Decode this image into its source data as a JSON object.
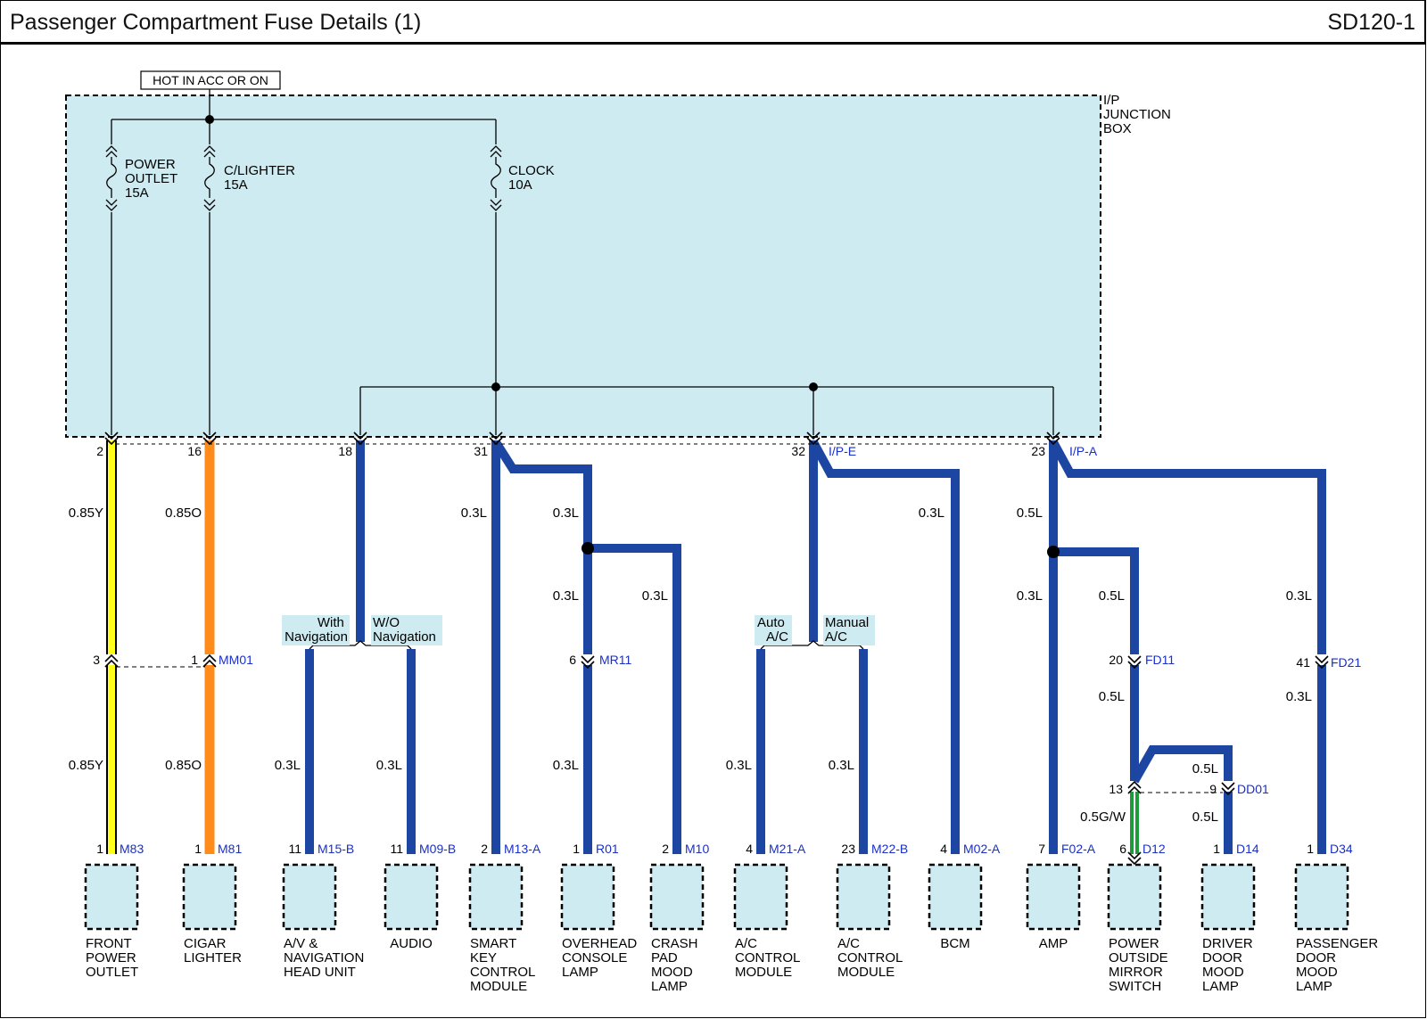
{
  "header": {
    "title": "Passenger Compartment Fuse Details (1)",
    "code": "SD120-1"
  },
  "colors": {
    "junction_fill": "#cdebf0",
    "wire_blue": "#1d46a3",
    "wire_yellow": "#ffff1a",
    "wire_orange": "#ff8c1a",
    "wire_green": "#1f9a3a",
    "connector_text": "#1a2fc8",
    "label_bg": "#cdebf0"
  },
  "power": {
    "label": "HOT IN ACC OR ON"
  },
  "junction_box": {
    "label": [
      "I/P",
      "JUNCTION",
      "BOX"
    ]
  },
  "fuses": [
    {
      "id": "power-outlet",
      "label": [
        "POWER",
        "OUTLET",
        "15A"
      ]
    },
    {
      "id": "c-lighter",
      "label": [
        "C/LIGHTER",
        "15A"
      ]
    },
    {
      "id": "clock",
      "label": [
        "CLOCK",
        "10A"
      ]
    }
  ],
  "jb_pins": [
    {
      "pin": "2",
      "connector": ""
    },
    {
      "pin": "16",
      "connector": ""
    },
    {
      "pin": "18",
      "connector": ""
    },
    {
      "pin": "31",
      "connector": ""
    },
    {
      "pin": "32",
      "connector": "I/P-E"
    },
    {
      "pin": "23",
      "connector": "I/P-A"
    }
  ],
  "wire_labels": {
    "w_y_top": "0.85Y",
    "w_y_bot": "0.85Y",
    "w_o_top": "0.85O",
    "w_o_bot": "0.85O",
    "w_avn": "0.3L",
    "w_audio": "0.3L",
    "w_smart": "0.3L",
    "w_mr_top": "0.3L",
    "w_mr_mid": "0.3L",
    "w_mr_bot": "0.3L",
    "w_crash": "0.3L",
    "w_auto": "0.3L",
    "w_manual": "0.3L",
    "w_bcm": "0.3L",
    "w_jb23": "0.5L",
    "w_amp": "0.3L",
    "w_fd11_top": "0.5L",
    "w_fd11_bot": "0.5L",
    "w_dd01": "0.5L",
    "w_d14": "0.5L",
    "w_green": "0.5G/W",
    "w_fd21_top": "0.3L",
    "w_fd21_bot": "0.3L"
  },
  "options": {
    "with_nav": [
      "With",
      "Navigation"
    ],
    "wo_nav": [
      "W/O",
      "Navigation"
    ],
    "auto_ac": [
      "Auto",
      "A/C"
    ],
    "manual_ac": [
      "Manual",
      "A/C"
    ]
  },
  "inline_connectors": [
    {
      "id": "mm01",
      "pin_left": "3",
      "pin_right": "1",
      "connector": "MM01"
    },
    {
      "id": "mr11",
      "pin": "6",
      "connector": "MR11"
    },
    {
      "id": "fd11",
      "pin": "20",
      "connector": "FD11"
    },
    {
      "id": "fd21",
      "pin": "41",
      "connector": "FD21"
    },
    {
      "id": "dd01",
      "pin_left": "13",
      "pin_right": "9",
      "connector": "DD01"
    }
  ],
  "components": [
    {
      "id": "front-power-outlet",
      "pin": "1",
      "connector": "M83",
      "name": [
        "FRONT",
        "POWER",
        "OUTLET"
      ]
    },
    {
      "id": "cigar-lighter",
      "pin": "1",
      "connector": "M81",
      "name": [
        "CIGAR",
        "LIGHTER"
      ]
    },
    {
      "id": "av-nav-head-unit",
      "pin": "11",
      "connector": "M15-B",
      "name": [
        "A/V &",
        "NAVIGATION",
        "HEAD UNIT"
      ]
    },
    {
      "id": "audio",
      "pin": "11",
      "connector": "M09-B",
      "name": [
        "AUDIO"
      ]
    },
    {
      "id": "smart-key-control-module",
      "pin": "2",
      "connector": "M13-A",
      "name": [
        "SMART",
        "KEY",
        "CONTROL",
        "MODULE"
      ]
    },
    {
      "id": "overhead-console-lamp",
      "pin": "1",
      "connector": "R01",
      "name": [
        "OVERHEAD",
        "CONSOLE",
        "LAMP"
      ]
    },
    {
      "id": "crash-pad-mood-lamp",
      "pin": "2",
      "connector": "M10",
      "name": [
        "CRASH",
        "PAD",
        "MOOD",
        "LAMP"
      ]
    },
    {
      "id": "ac-control-module-auto",
      "pin": "4",
      "connector": "M21-A",
      "name": [
        "A/C",
        "CONTROL",
        "MODULE"
      ]
    },
    {
      "id": "ac-control-module-manual",
      "pin": "23",
      "connector": "M22-B",
      "name": [
        "A/C",
        "CONTROL",
        "MODULE"
      ]
    },
    {
      "id": "bcm",
      "pin": "4",
      "connector": "M02-A",
      "name": [
        "BCM"
      ]
    },
    {
      "id": "amp",
      "pin": "7",
      "connector": "F02-A",
      "name": [
        "AMP"
      ]
    },
    {
      "id": "power-outside-mirror-switch",
      "pin": "6",
      "connector": "D12",
      "name": [
        "POWER",
        "OUTSIDE",
        "MIRROR",
        "SWITCH"
      ]
    },
    {
      "id": "driver-door-mood-lamp",
      "pin": "1",
      "connector": "D14",
      "name": [
        "DRIVER",
        "DOOR",
        "MOOD",
        "LAMP"
      ]
    },
    {
      "id": "passenger-door-mood-lamp",
      "pin": "1",
      "connector": "D34",
      "name": [
        "PASSENGER",
        "DOOR",
        "MOOD",
        "LAMP"
      ]
    }
  ]
}
